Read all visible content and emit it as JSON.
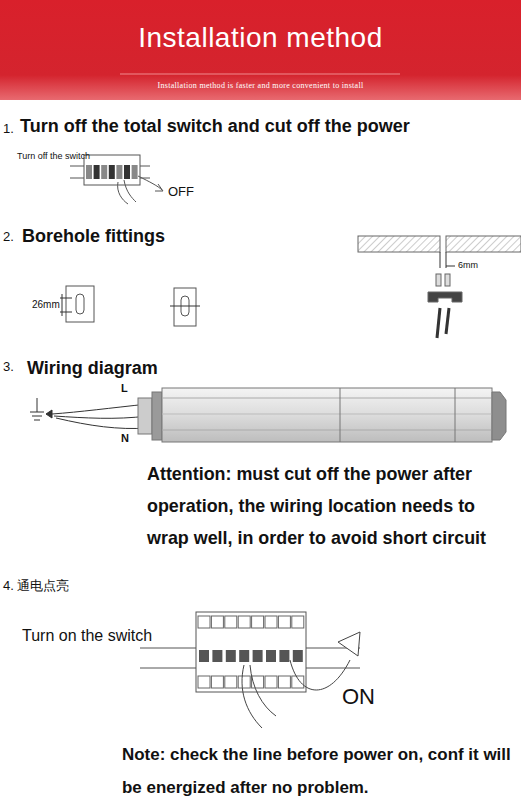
{
  "diagram": {
    "nodes": [
      {
        "text": [
          "Installation method",
          "Installation method is faster and more convenient to install"
        ]
      }
    ],
    "labels": [
      "1.",
      "Turn off the total switch and cut off the power",
      "Turn off the switch",
      "OFF",
      "2.",
      "Borehole fittings",
      "26mm",
      "6mm",
      "3.",
      "Wiring diagram",
      "L",
      "N",
      "Attention: must cut off the power after operation, the wiring location needs to wrap well, in order to avoid short circuit",
      "4. 通电点亮",
      "Turn on the switch",
      "ON",
      "Note: check the line before power on, conf it will be energized after no problem."
    ]
  }
}
